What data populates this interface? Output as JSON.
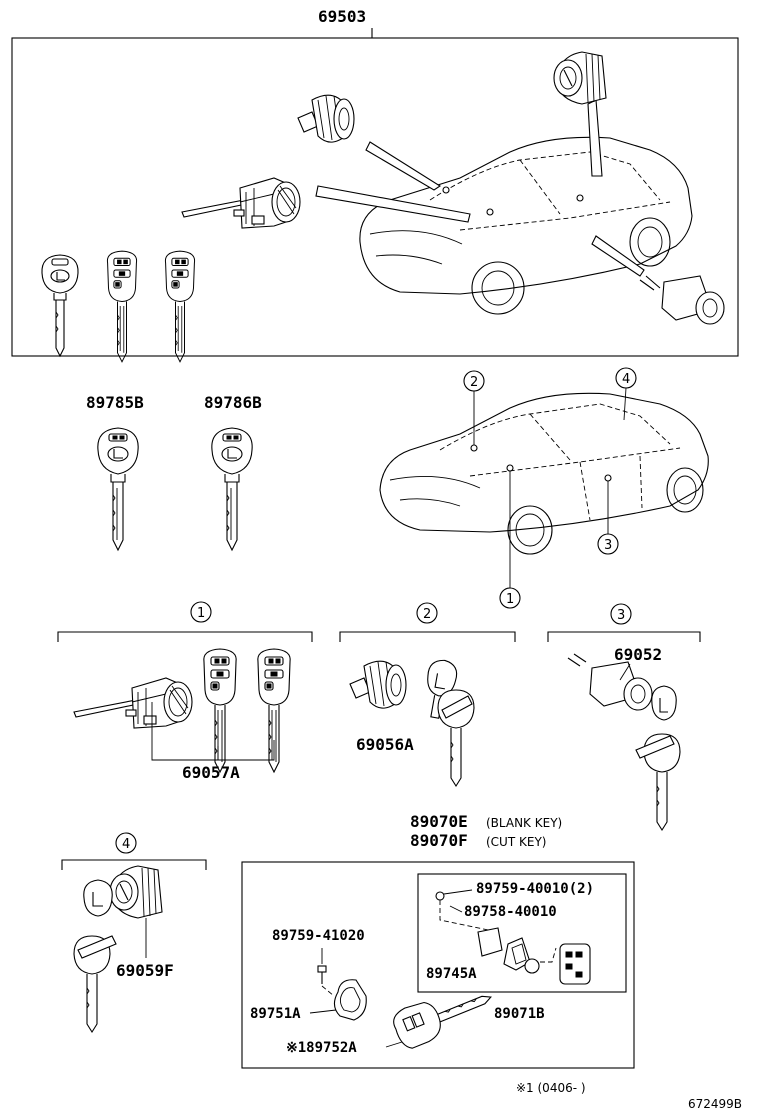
{
  "diagram": {
    "assembly_label": "69503",
    "parts": {
      "p89785B": "89785B",
      "p89786B": "89786B",
      "p69057A": "69057A",
      "p69056A": "69056A",
      "p69052": "69052",
      "p69059F": "69059F",
      "p89070E": "89070E",
      "p89070E_note": "(BLANK KEY)",
      "p89070F": "89070F",
      "p89070F_note": "(CUT KEY)",
      "p89759_40010": "89759-40010(2)",
      "p89758_40010": "89758-40010",
      "p89759_41020": "89759-41020",
      "p89745A": "89745A",
      "p89751A": "89751A",
      "p89752A": "※189752A",
      "p89071B": "89071B"
    },
    "callouts": [
      "1",
      "2",
      "3",
      "4"
    ],
    "footnote": "※1 (0406-      )",
    "figure_id": "672499B"
  }
}
